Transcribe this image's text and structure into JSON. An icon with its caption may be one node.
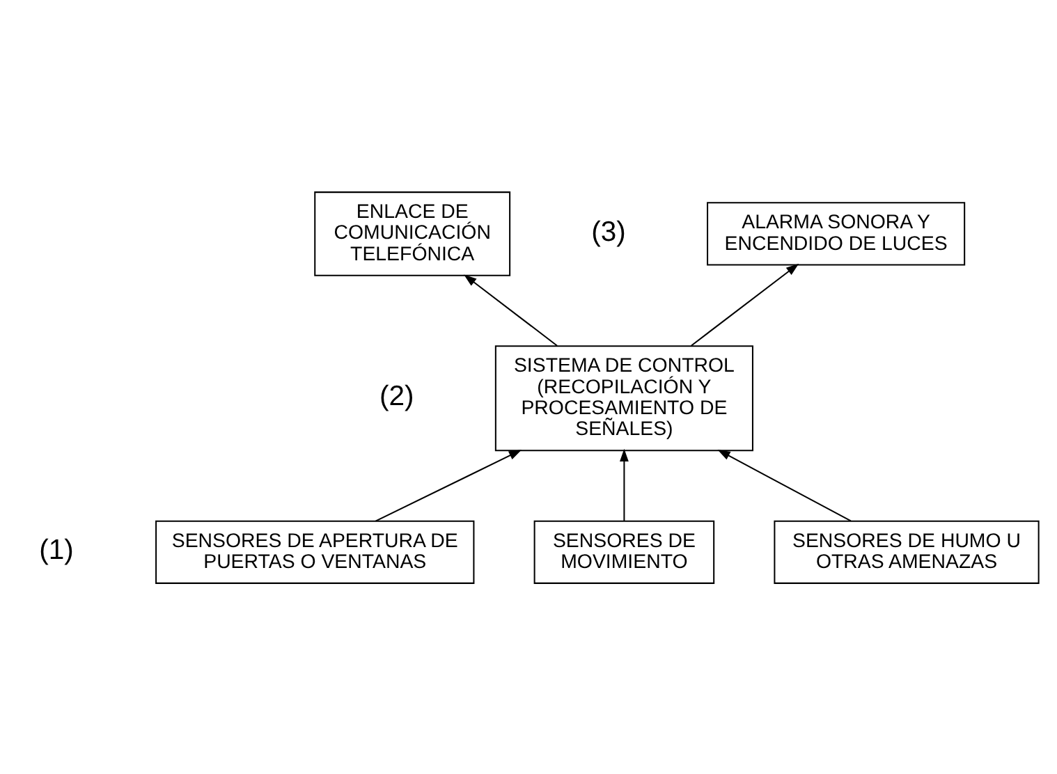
{
  "diagram": {
    "nodes": [
      {
        "text": [
          "ALARMA SONORA Y ENCENDIDO DE LUCES"
        ]
      },
      {
        "text": [
          "ENLACE DE COMUNICACIÓN TELEFÓNICA"
        ]
      },
      {
        "text": [
          "SISTEMA DE CONTROL (RECOPILACIÓN Y PROCESAMIENTO DE SEÑALES)"
        ]
      },
      {
        "text": [
          "SENSORES DE APERTURA DE PUERTAS O VENTANAS"
        ]
      },
      {
        "text": [
          "SENSORES DE MOVIMIENTO"
        ]
      },
      {
        "text": [
          "SENSORES DE HUMO U OTRAS AMENAZAS"
        ]
      }
    ],
    "edges": [
      {
        "from": 3,
        "to": 2,
        "arrow": "to"
      },
      {
        "from": 4,
        "to": 2,
        "arrow": "to"
      },
      {
        "from": 5,
        "to": 2,
        "arrow": "to"
      },
      {
        "from": 2,
        "to": 0,
        "arrow": "to"
      },
      {
        "from": 2,
        "to": 1,
        "arrow": "to"
      }
    ],
    "labels": [
      "(3)",
      "(2)",
      "(1)"
    ]
  }
}
